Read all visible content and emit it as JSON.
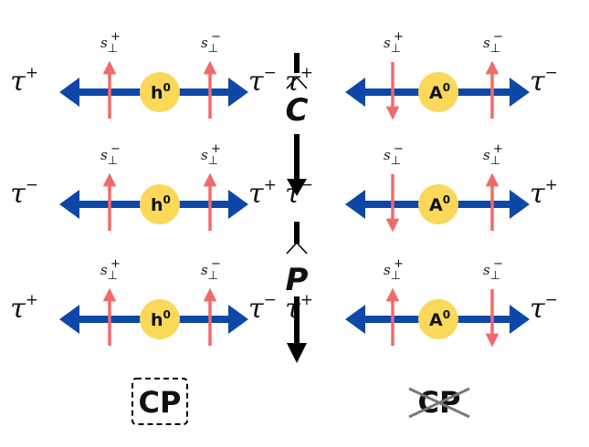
{
  "colors": {
    "axis": "#0d47a8",
    "spin": "#f06a6a",
    "boson": "#f9d85a",
    "text": "#111111"
  },
  "operators": {
    "c": "C",
    "p": "P"
  },
  "bottom": {
    "left": "CP",
    "right": "CP"
  },
  "rows": [
    {
      "left": {
        "tau_left": "τ",
        "tau_left_sign": "+",
        "tau_right": "τ",
        "tau_right_sign": "−",
        "boson": "h",
        "boson_sup": "0",
        "spin1_sign": "+",
        "spin1_dir": "up",
        "spin2_sign": "−",
        "spin2_dir": "up"
      },
      "right": {
        "tau_left": "τ",
        "tau_left_sign": "+",
        "tau_right": "τ",
        "tau_right_sign": "−",
        "boson": "A",
        "boson_sup": "0",
        "spin1_sign": "+",
        "spin1_dir": "down",
        "spin2_sign": "−",
        "spin2_dir": "up"
      }
    },
    {
      "left": {
        "tau_left": "τ",
        "tau_left_sign": "−",
        "tau_right": "τ",
        "tau_right_sign": "+",
        "boson": "h",
        "boson_sup": "0",
        "spin1_sign": "−",
        "spin1_dir": "up",
        "spin2_sign": "+",
        "spin2_dir": "up"
      },
      "right": {
        "tau_left": "τ",
        "tau_left_sign": "−",
        "tau_right": "τ",
        "tau_right_sign": "+",
        "boson": "A",
        "boson_sup": "0",
        "spin1_sign": "−",
        "spin1_dir": "down",
        "spin2_sign": "+",
        "spin2_dir": "up"
      }
    },
    {
      "left": {
        "tau_left": "τ",
        "tau_left_sign": "+",
        "tau_right": "τ",
        "tau_right_sign": "−",
        "boson": "h",
        "boson_sup": "0",
        "spin1_sign": "+",
        "spin1_dir": "up",
        "spin2_sign": "−",
        "spin2_dir": "up"
      },
      "right": {
        "tau_left": "τ",
        "tau_left_sign": "+",
        "tau_right": "τ",
        "tau_right_sign": "−",
        "boson": "A",
        "boson_sup": "0",
        "spin1_sign": "+",
        "spin1_dir": "up",
        "spin2_sign": "−",
        "spin2_dir": "down"
      }
    }
  ]
}
